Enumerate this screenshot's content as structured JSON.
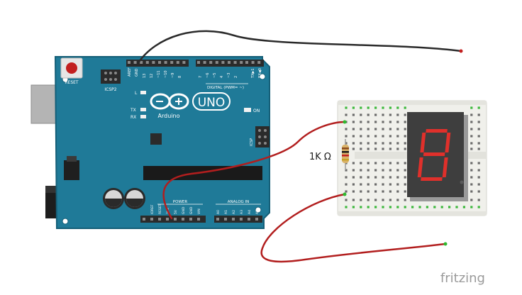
{
  "board": {
    "brand": "Arduino",
    "model": "UNO",
    "reset_label": "RESET",
    "icsp2_label": "ICSP2",
    "icsp_label": "ICSP",
    "digital_label": "DIGITAL (PWM= ~)",
    "power_label": "POWER",
    "analog_label": "ANALOG IN",
    "aref_label": "AREF",
    "gnd_label": "GND",
    "led_l": "L",
    "led_tx": "TX",
    "led_rx": "RX",
    "on_label": "ON",
    "tx_pin_label": "TX▶1",
    "rx_pin_label": "RX◀0",
    "digital_pins": [
      "13",
      "12",
      "~11",
      "~10",
      "~9",
      "8",
      "7",
      "~6",
      "~5",
      "4",
      "~3",
      "2"
    ],
    "power_pins": [
      "IOREF",
      "RESET",
      "3V3",
      "5V",
      "GND",
      "GND",
      "VIN"
    ],
    "analog_pins": [
      "A0",
      "A1",
      "A2",
      "A3",
      "A4",
      "A5"
    ]
  },
  "resistor": {
    "label": "1K Ω"
  },
  "watermark": "fritzing",
  "colors": {
    "board": "#1f7a98",
    "board_edge": "#155f78",
    "breadboard": "#f0f0eb",
    "wire_red": "#b21e1e",
    "wire_black": "#2a2a2a",
    "segment_on": "#e0302b"
  }
}
